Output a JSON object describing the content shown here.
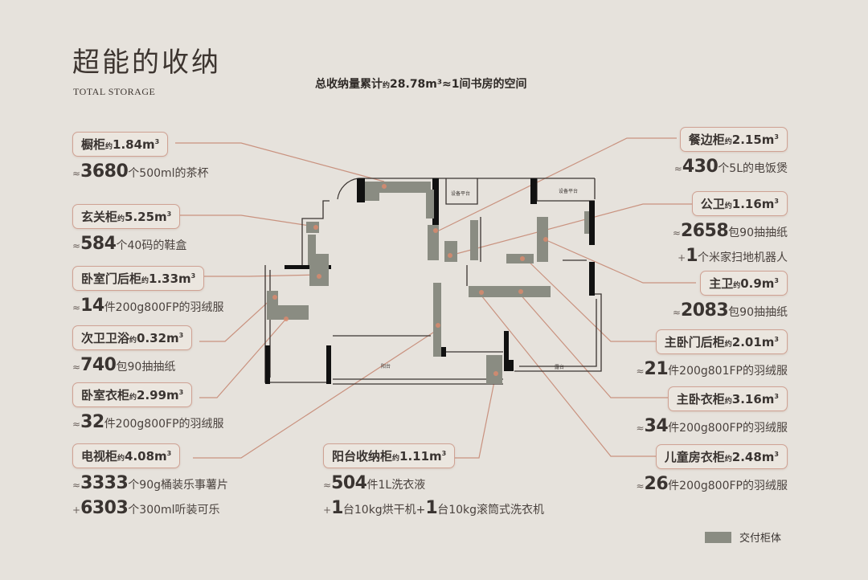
{
  "header": {
    "title": "超能的收纳",
    "subtitle": "TOTAL STORAGE",
    "summary_prefix": "总收纳量累计",
    "summary_approx": "约",
    "summary_value": "28.78m³≈1间书房的空间"
  },
  "callouts_left": [
    {
      "name": "橱柜",
      "approx": "约",
      "volume": "1.84m",
      "sup": "3",
      "lines": [
        {
          "pre": "≈",
          "num": "3680",
          "text": "个500ml的茶杯"
        }
      ]
    },
    {
      "name": "玄关柜",
      "approx": "约",
      "volume": "5.25m",
      "sup": "3",
      "lines": [
        {
          "pre": "≈",
          "num": "584",
          "text": "个40码的鞋盒"
        }
      ]
    },
    {
      "name": "卧室门后柜",
      "approx": "约",
      "volume": "1.33m",
      "sup": "3",
      "lines": [
        {
          "pre": "≈",
          "num": "14",
          "text": "件200g800FP的羽绒服"
        }
      ]
    },
    {
      "name": "次卫卫浴",
      "approx": "约",
      "volume": "0.32m",
      "sup": "3",
      "lines": [
        {
          "pre": "≈",
          "num": "740",
          "text": "包90抽抽纸"
        }
      ]
    },
    {
      "name": "卧室衣柜",
      "approx": "约",
      "volume": "2.99m",
      "sup": "3",
      "lines": [
        {
          "pre": "≈",
          "num": "32",
          "text": "件200g800FP的羽绒服"
        }
      ]
    },
    {
      "name": "电视柜",
      "approx": "约",
      "volume": "4.08m",
      "sup": "3",
      "lines": [
        {
          "pre": "≈",
          "num": "3333",
          "text": "个90g桶装乐事薯片"
        },
        {
          "pre": "+",
          "num": "6303",
          "text": "个300ml听装可乐"
        }
      ]
    }
  ],
  "callout_center": {
    "name": "阳台收纳柜",
    "approx": "约",
    "volume": "1.11m",
    "sup": "3",
    "lines": [
      {
        "pre": "≈",
        "num": "504",
        "text": "件1L洗衣液"
      },
      {
        "pre": "+",
        "num": "1",
        "text": "台10kg烘干机+",
        "num2": "1",
        "text2": "台10kg滚筒式洗衣机"
      }
    ]
  },
  "callouts_right": [
    {
      "name": "餐边柜",
      "approx": "约",
      "volume": "2.15m",
      "sup": "3",
      "lines": [
        {
          "pre": "≈",
          "num": "430",
          "text": "个5L的电饭煲"
        }
      ]
    },
    {
      "name": "公卫",
      "approx": "约",
      "volume": "1.16m",
      "sup": "3",
      "lines": [
        {
          "pre": "≈",
          "num": "2658",
          "text": "包90抽抽纸"
        },
        {
          "pre": "+",
          "num": "1",
          "text": "个米家扫地机器人"
        }
      ]
    },
    {
      "name": "主卫",
      "approx": "约",
      "volume": "0.9m",
      "sup": "3",
      "lines": [
        {
          "pre": "≈",
          "num": "2083",
          "text": "包90抽抽纸"
        }
      ]
    },
    {
      "name": "主卧门后柜",
      "approx": "约",
      "volume": "2.01m",
      "sup": "3",
      "lines": [
        {
          "pre": "≈",
          "num": "21",
          "text": "件200g801FP的羽绒服"
        }
      ]
    },
    {
      "name": "主卧衣柜",
      "approx": "约",
      "volume": "3.16m",
      "sup": "3",
      "lines": [
        {
          "pre": "≈",
          "num": "34",
          "text": "件200g800FP的羽绒服"
        }
      ]
    },
    {
      "name": "儿童房衣柜",
      "approx": "约",
      "volume": "2.48m",
      "sup": "3",
      "lines": [
        {
          "pre": "≈",
          "num": "26",
          "text": "件200g800FP的羽绒服"
        }
      ]
    }
  ],
  "floorplan": {
    "room_labels": {
      "equipment_1": "设备平台",
      "equipment_2": "设备平台",
      "balcony": "阳台",
      "terrace": "露台"
    }
  },
  "legend": {
    "label": "交付柜体",
    "color": "#8a8c82"
  },
  "colors": {
    "background": "#e6e2dc",
    "leader_line": "#c9927f",
    "cabinet": "#8a8c82",
    "dot": "#d98a6e",
    "wall": "#111111"
  }
}
